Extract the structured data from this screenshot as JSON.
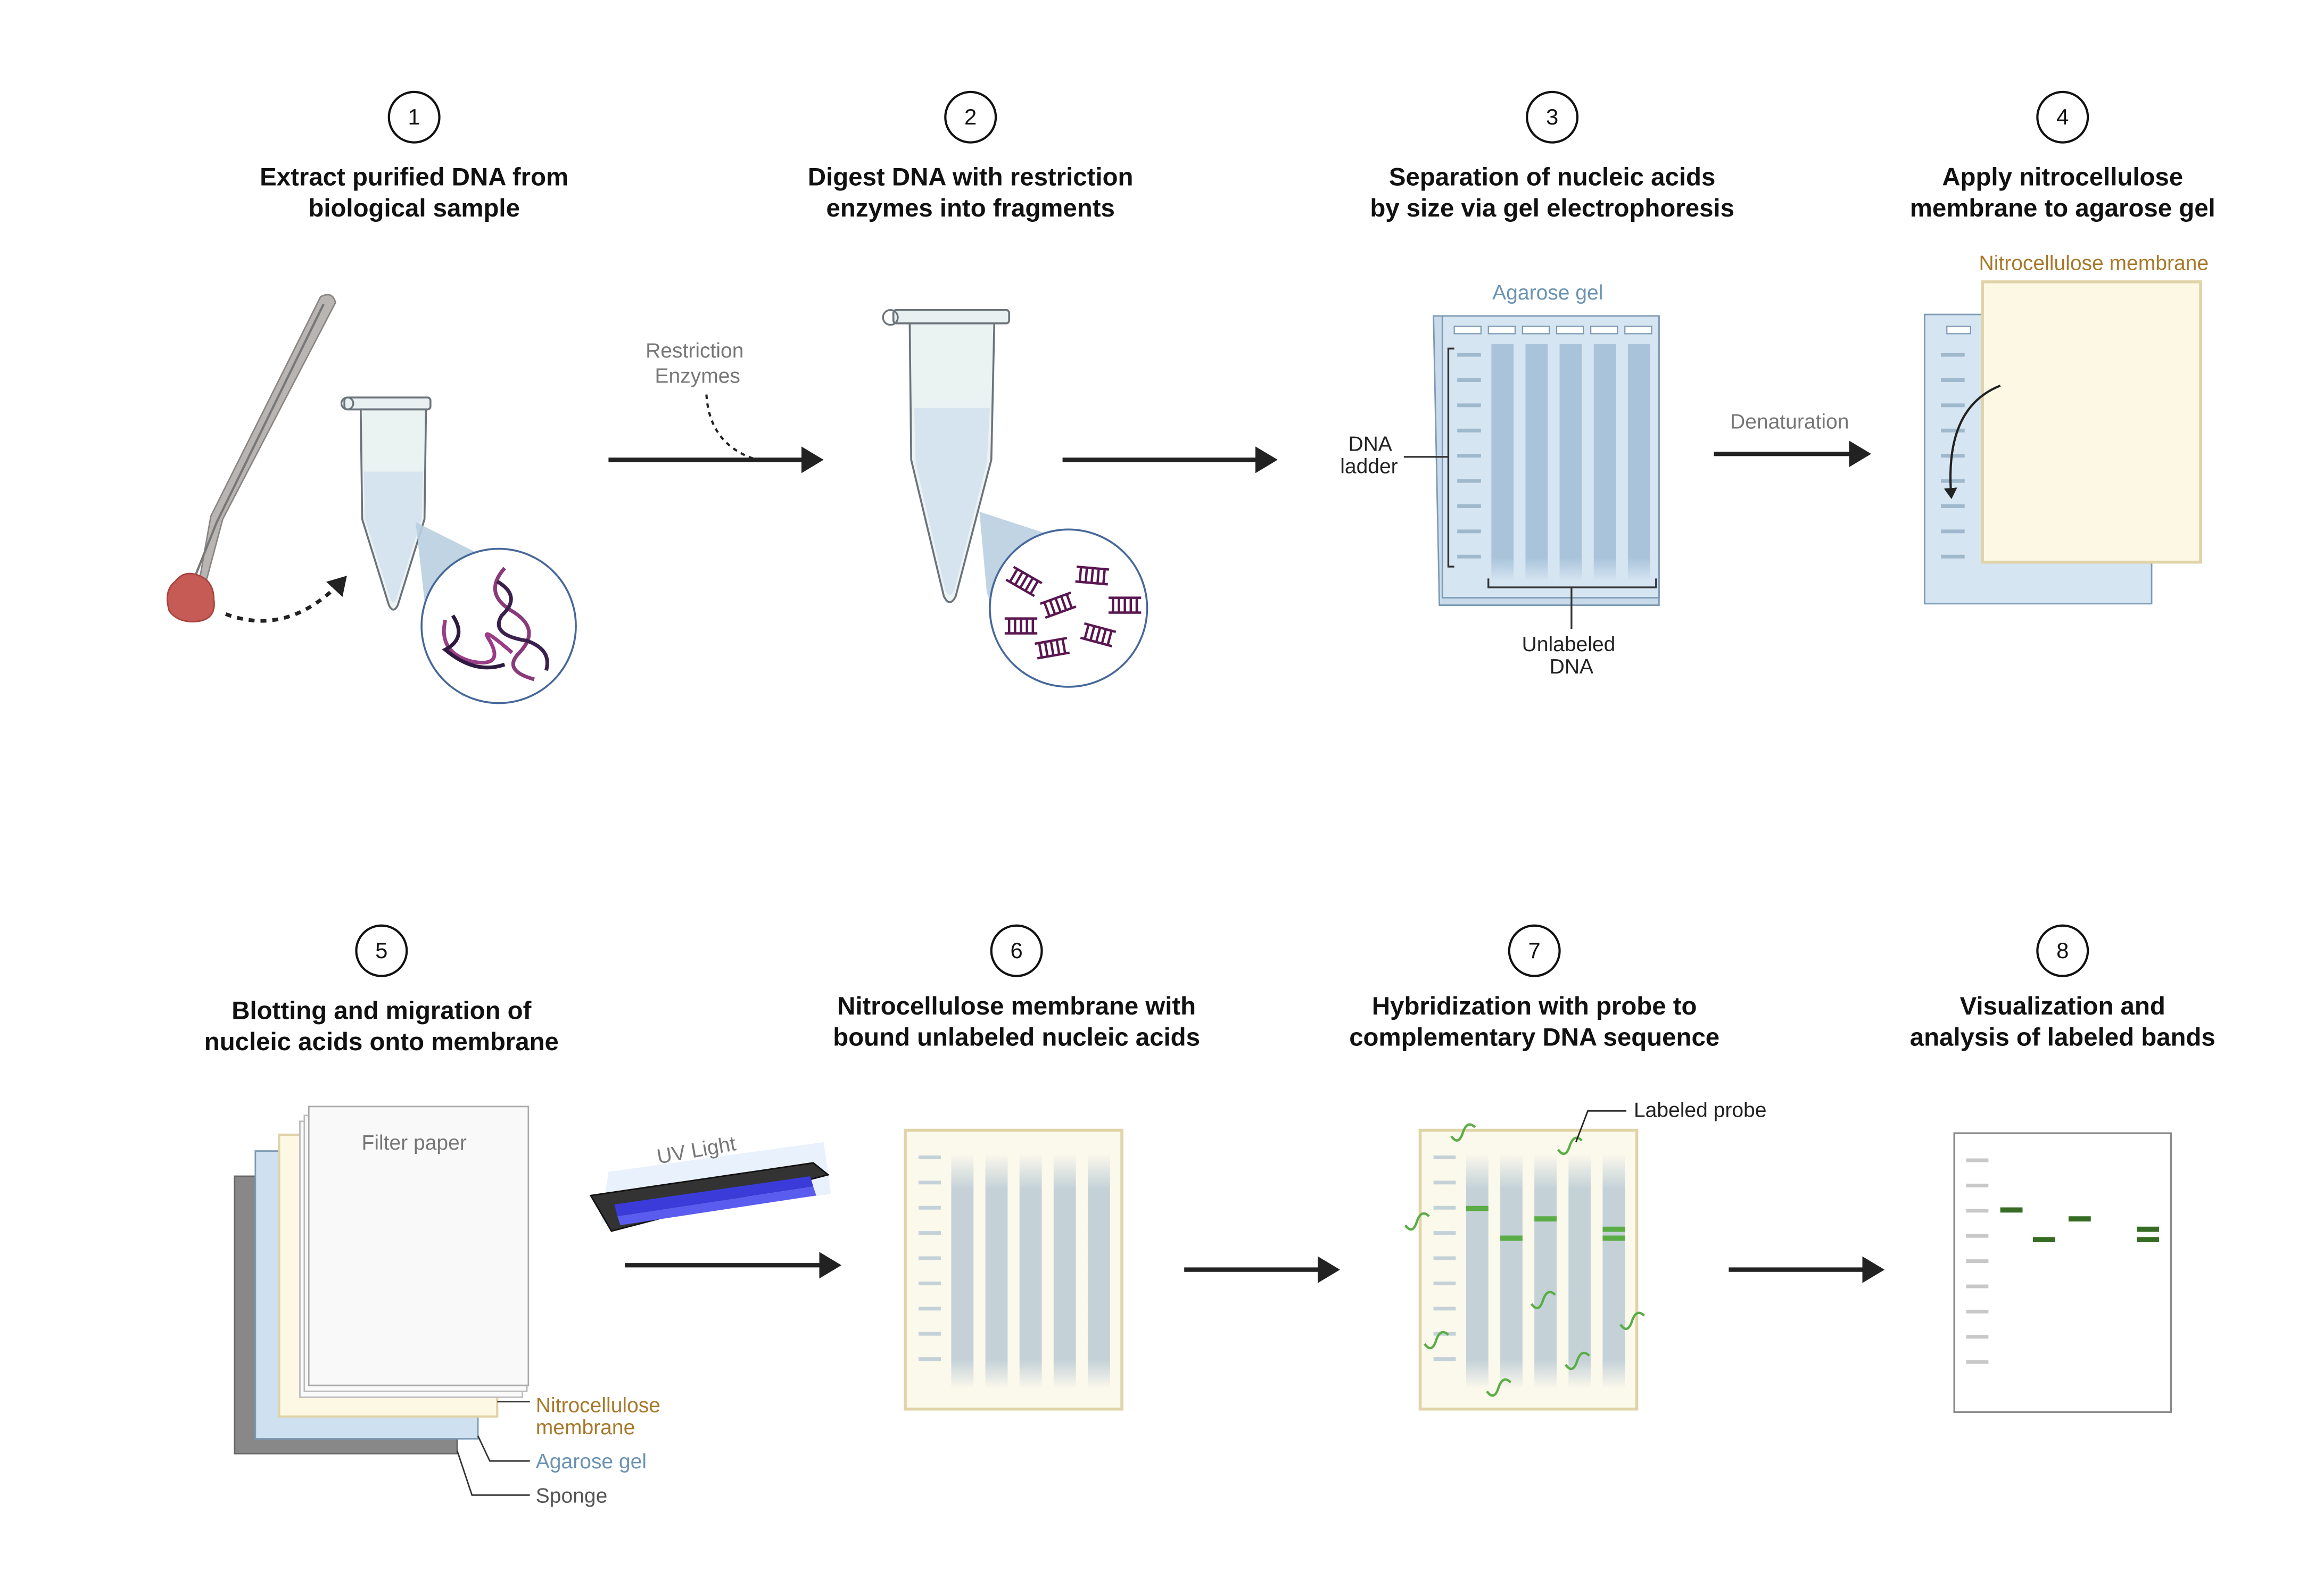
{
  "colors": {
    "agarose": "#6b93b3",
    "nitrocellulose": "#a8782a",
    "probe": "#5aad45",
    "band": "#356b22",
    "gel_fill": "#d6e5f2",
    "membrane_fill": "#fbf8ec"
  },
  "steps": [
    {
      "number": "1",
      "title": [
        "Extract purified DNA from",
        "biological sample"
      ]
    },
    {
      "number": "2",
      "title": [
        "Digest DNA with restriction",
        "enzymes into fragments"
      ]
    },
    {
      "number": "3",
      "title": [
        "Separation of nucleic acids",
        "by size via gel electrophoresis"
      ]
    },
    {
      "number": "4",
      "title": [
        "Apply nitrocellulose",
        "membrane to agarose gel"
      ]
    },
    {
      "number": "5",
      "title": [
        "Blotting and migration of",
        "nucleic acids onto membrane"
      ]
    },
    {
      "number": "6",
      "title": [
        "Nitrocellulose membrane with",
        "bound unlabeled nucleic acids"
      ]
    },
    {
      "number": "7",
      "title": [
        "Hybridization with probe to",
        "complementary DNA sequence"
      ]
    },
    {
      "number": "8",
      "title": [
        "Visualization and",
        "analysis of labeled bands"
      ]
    }
  ],
  "labels": {
    "restriction_enzymes": [
      "Restriction",
      "Enzymes"
    ],
    "agarose_gel": "Agarose gel",
    "dna_ladder": [
      "DNA",
      "ladder"
    ],
    "unlabeled_dna": [
      "Unlabeled",
      "DNA"
    ],
    "denaturation": "Denaturation",
    "nitrocellulose_membrane": "Nitrocellulose membrane",
    "filter_paper": "Filter paper",
    "stack_nitrocellulose": [
      "Nitrocellulose",
      "membrane"
    ],
    "stack_agarose": "Agarose gel",
    "stack_sponge": "Sponge",
    "uv_light": "UV Light",
    "labeled_probe": "Labeled probe"
  }
}
